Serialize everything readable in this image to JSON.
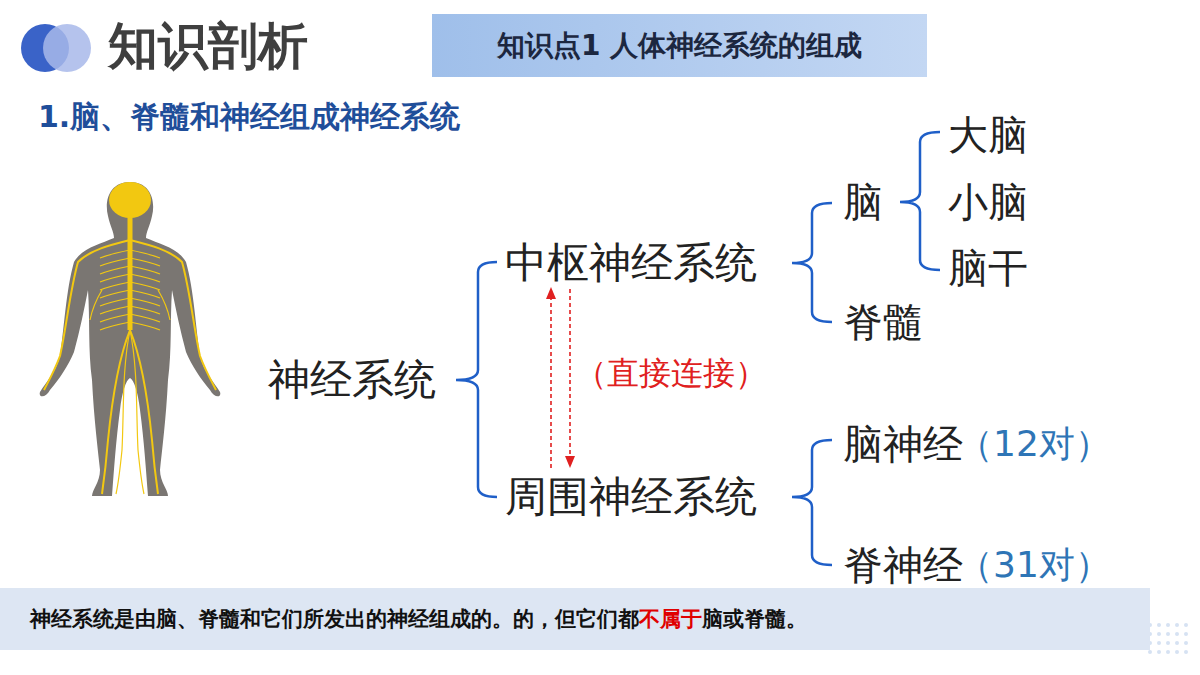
{
  "diagram": {
    "title": "知识剖析",
    "nodes": [
      {
        "text": [
          "知识点1 人体神经系统的组成"
        ]
      },
      {
        "text": [
          "神经系统是由脑、脊髓和它们所发出的神经组成的。的，但它们都",
          "不属于",
          "脑或脊髓。"
        ]
      }
    ],
    "labels": [
      "1.脑、脊髓和神经组成神经系统",
      "神经系统",
      "中枢神经系统",
      "周围神经系统",
      "（直接连接）",
      "脑",
      "脊髓",
      "大脑",
      "小脑",
      "脑干",
      "脑神经",
      "（12对）",
      "脊神经",
      "（31对）"
    ]
  }
}
